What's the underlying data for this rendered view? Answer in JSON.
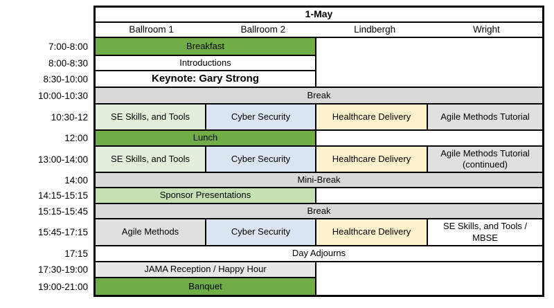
{
  "title": "1-May",
  "columns": [
    "Ballroom 1",
    "Ballroom 2",
    "Lindbergh",
    "Wright"
  ],
  "colors": {
    "event_green": "#70ad47",
    "pale_green": "#e2efda",
    "medium_green": "#c6e0b4",
    "light_blue": "#dbe5f1",
    "light_tan": "#fdf2cc",
    "break_gray": "#d9d9d9",
    "cell_gray": "#e0e0e0",
    "reception_gray": "#e7e7e7",
    "grid_line": "#000000",
    "cell_white": "#ffffff"
  },
  "rows": [
    {
      "time": "7:00-8:00",
      "events": [
        {
          "label": "Breakfast"
        }
      ]
    },
    {
      "time": "8:00-8:30",
      "events": [
        {
          "label": "Introductions"
        }
      ]
    },
    {
      "time": "8:30-10:00",
      "events": [
        {
          "label": "Keynote: Gary Strong"
        }
      ]
    },
    {
      "time": "10:00-10:30",
      "events": [
        {
          "label": "Break"
        }
      ]
    },
    {
      "time": "10:30-12",
      "events": [
        {
          "label": "SE Skills, and Tools"
        },
        {
          "label": "Cyber Security"
        },
        {
          "label": "Healthcare Delivery"
        },
        {
          "label": "Agile Methods Tutorial"
        }
      ]
    },
    {
      "time": "12:00",
      "events": [
        {
          "label": "Lunch"
        }
      ]
    },
    {
      "time": "13:00-14:00",
      "events": [
        {
          "label": "SE Skills, and Tools"
        },
        {
          "label": "Cyber Security"
        },
        {
          "label": "Healthcare Delivery"
        },
        {
          "label": "Agile Methods Tutorial (continued)"
        }
      ]
    },
    {
      "time": "14:00",
      "events": [
        {
          "label": "Mini-Break"
        }
      ]
    },
    {
      "time": "14:15-15:15",
      "events": [
        {
          "label": "Sponsor Presentations"
        }
      ]
    },
    {
      "time": "15:15-15:45",
      "events": [
        {
          "label": "Break"
        }
      ]
    },
    {
      "time": "15:45-17:15",
      "events": [
        {
          "label": "Agile Methods"
        },
        {
          "label": "Cyber Security"
        },
        {
          "label": "Healthcare Delivery"
        },
        {
          "label": "SE Skills, and Tools / MBSE"
        }
      ]
    },
    {
      "time": "17:15",
      "events": [
        {
          "label": "Day Adjourns"
        }
      ]
    },
    {
      "time": "17:30-19:00",
      "events": [
        {
          "label": "JAMA Reception / Happy Hour"
        }
      ]
    },
    {
      "time": "19:00-21:00",
      "events": [
        {
          "label": "Banquet"
        }
      ]
    }
  ]
}
